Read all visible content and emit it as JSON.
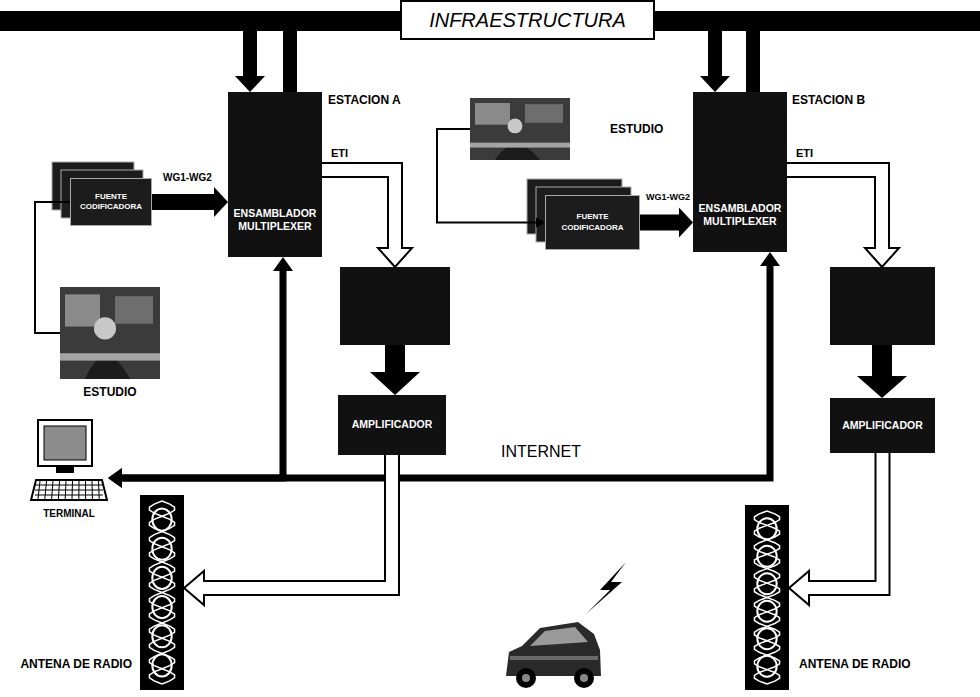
{
  "diagram": {
    "nodes": [
      {
        "text": [
          "INFRAESTRUCTURA"
        ]
      },
      {
        "text": [
          "ENSAMBLADOR MULTIPLEXER"
        ]
      },
      {
        "text": [
          "ESTUDIO"
        ]
      },
      {
        "text": [
          "ENSAMBLADOR MULTIPLEXER"
        ]
      },
      {
        "text": [
          "FUENTE CODIFICADORA"
        ]
      },
      {
        "text": [
          "FUENTE CODIFICADORA"
        ]
      },
      {
        "text": [
          "ESTUDIO"
        ]
      },
      {
        "text": [
          "AMPLIFICADOR"
        ]
      },
      {
        "text": [
          "AMPLIFICADOR"
        ]
      },
      {
        "text": [
          "TERMINAL"
        ]
      },
      {
        "text": [
          "ANTENA DE RADIO"
        ]
      },
      {
        "text": [
          "ANTENA DE RADIO"
        ]
      }
    ],
    "edges": [
      {
        "from": 0,
        "to": 1,
        "arrow": "to"
      },
      {
        "from": 1,
        "to": 0,
        "arrow": "none"
      },
      {
        "from": 0,
        "to": 3,
        "arrow": "to"
      },
      {
        "from": 3,
        "to": 0,
        "arrow": "none"
      },
      {
        "from": 6,
        "to": 4,
        "arrow": "none"
      },
      {
        "from": 4,
        "to": 1,
        "label": "WG1-WG2",
        "arrow": "to"
      },
      {
        "from": 2,
        "to": 5,
        "arrow": "to"
      },
      {
        "from": 5,
        "to": 3,
        "label": "WG1-WG2",
        "arrow": "to"
      },
      {
        "from": 9,
        "to": 1,
        "arrow": "both"
      },
      {
        "from": 9,
        "to": 3,
        "label": "INTERNET",
        "arrow": "both"
      },
      {
        "from": 7,
        "to": 10,
        "arrow": "to"
      },
      {
        "from": 8,
        "to": 11,
        "arrow": "to"
      }
    ],
    "labels": [
      "ESTACION A",
      "ESTACION B",
      "ETI",
      "ETI"
    ]
  }
}
